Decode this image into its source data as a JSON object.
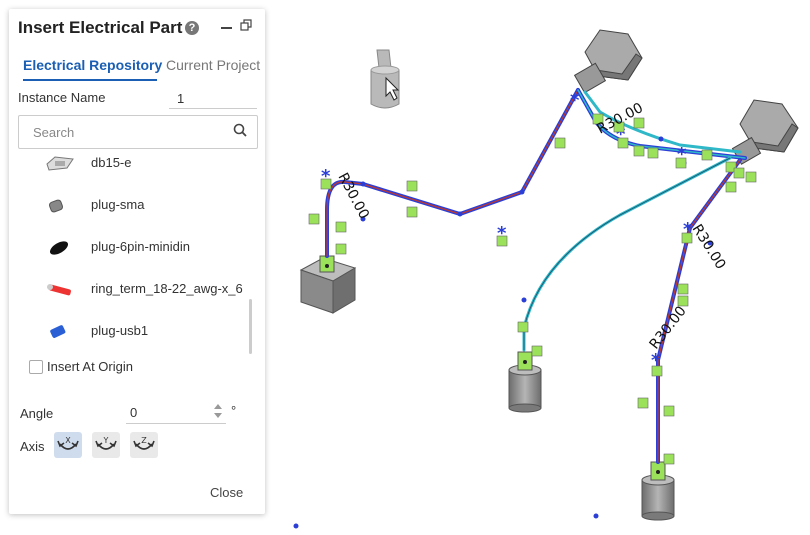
{
  "panel": {
    "title": "Insert Electrical Part",
    "help_icon": "?",
    "tabs": [
      {
        "label": "Electrical Repository",
        "active": true
      },
      {
        "label": "Current Project",
        "active": false
      }
    ],
    "instance_name_label": "Instance Name",
    "instance_name_value": "1",
    "search_placeholder": "Search",
    "parts": [
      {
        "name": "db15-e",
        "icon": "connector-db15-icon"
      },
      {
        "name": "plug-sma",
        "icon": "plug-sma-icon"
      },
      {
        "name": "plug-6pin-minidin",
        "icon": "plug-minidin-icon"
      },
      {
        "name": "ring_term_18-22_awg-x_6",
        "icon": "ring-terminal-icon"
      },
      {
        "name": "plug-usb1",
        "icon": "plug-usb-icon"
      }
    ],
    "insert_at_origin_label": "Insert At Origin",
    "insert_at_origin_checked": false,
    "angle_label": "Angle",
    "angle_value": "0",
    "angle_unit": "°",
    "axis_label": "Axis",
    "axis_buttons": [
      {
        "label": "X",
        "active": true
      },
      {
        "label": "Y",
        "active": false
      },
      {
        "label": "Z",
        "active": false
      }
    ],
    "close_label": "Close"
  },
  "viewport": {
    "dimensions": [
      "R30.00",
      "R30.00",
      "R30.00",
      "R30.00"
    ],
    "colors": {
      "wire_blue": "#2b3fd6",
      "wire_red": "#c0392b",
      "wire_teal": "#2fb8c8",
      "constraint_marker": "#9be25a",
      "connector_gray": "#8e8e8e"
    }
  }
}
